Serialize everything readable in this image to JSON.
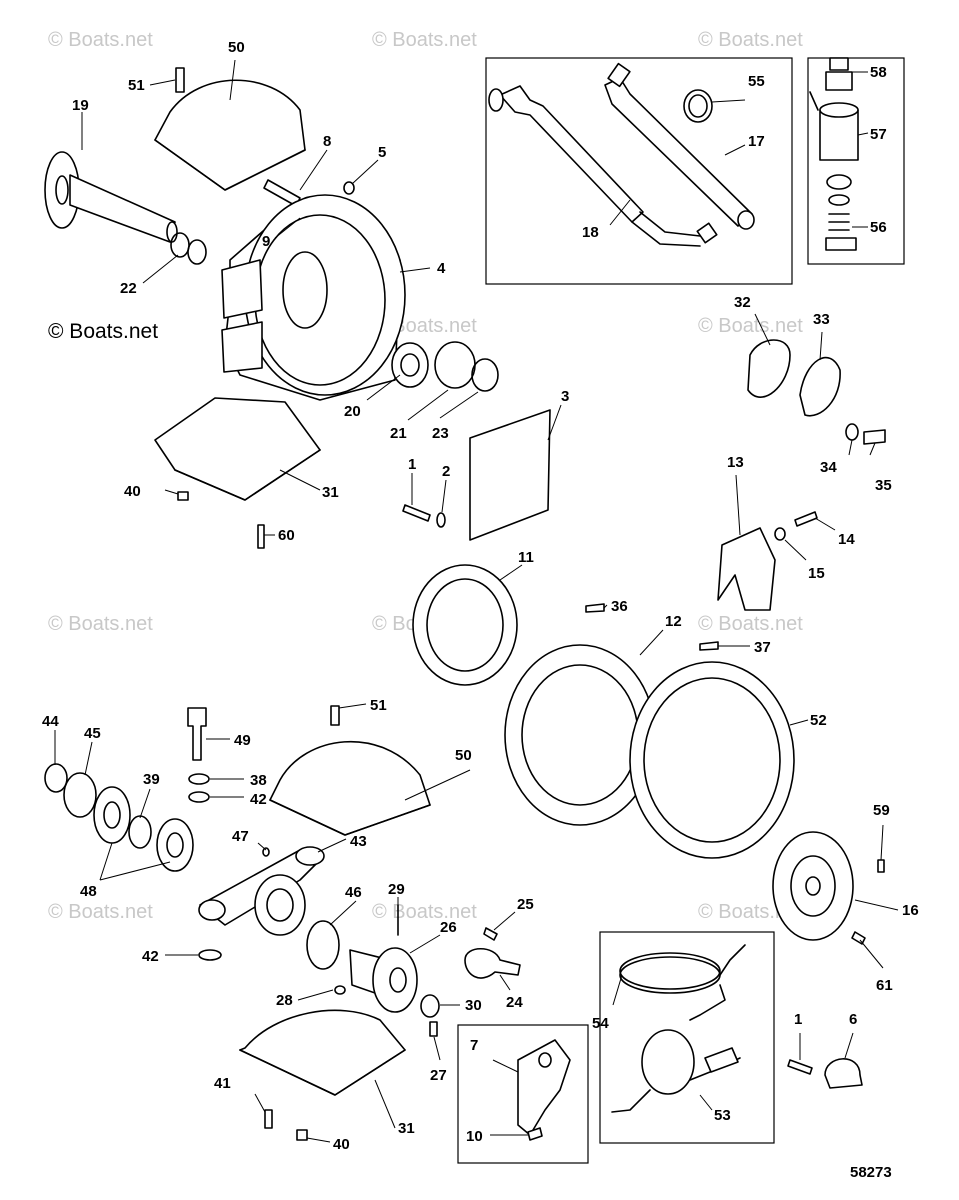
{
  "watermark": {
    "text": "© Boats.net",
    "primary_text": "© Boats.net"
  },
  "diagram_id": "58273",
  "callouts": [
    "1",
    "2",
    "3",
    "4",
    "5",
    "6",
    "7",
    "8",
    "9",
    "10",
    "11",
    "12",
    "13",
    "14",
    "15",
    "16",
    "17",
    "18",
    "19",
    "20",
    "21",
    "22",
    "23",
    "24",
    "25",
    "26",
    "27",
    "28",
    "29",
    "30",
    "31",
    "32",
    "33",
    "34",
    "35",
    "36",
    "37",
    "38",
    "39",
    "40",
    "41",
    "42",
    "43",
    "44",
    "45",
    "46",
    "47",
    "48",
    "49",
    "50",
    "51",
    "52",
    "53",
    "54",
    "55",
    "56",
    "57",
    "58",
    "59",
    "60",
    "61"
  ],
  "labels": {
    "c1a": "1",
    "c1b": "1",
    "c2": "2",
    "c3": "3",
    "c4": "4",
    "c5": "5",
    "c6": "6",
    "c7": "7",
    "c8": "8",
    "c9": "9",
    "c10": "10",
    "c11": "11",
    "c12": "12",
    "c13": "13",
    "c14": "14",
    "c15": "15",
    "c16": "16",
    "c17": "17",
    "c18": "18",
    "c19": "19",
    "c20": "20",
    "c21": "21",
    "c22": "22",
    "c23": "23",
    "c24": "24",
    "c25": "25",
    "c26": "26",
    "c27": "27",
    "c28": "28",
    "c29": "29",
    "c30": "30",
    "c31a": "31",
    "c31b": "31",
    "c32": "32",
    "c33": "33",
    "c34": "34",
    "c35": "35",
    "c36": "36",
    "c37": "37",
    "c38": "38",
    "c39": "39",
    "c40a": "40",
    "c40b": "40",
    "c41": "41",
    "c42a": "42",
    "c42b": "42",
    "c43": "43",
    "c44": "44",
    "c45": "45",
    "c46": "46",
    "c47": "47",
    "c48": "48",
    "c49": "49",
    "c50a": "50",
    "c50b": "50",
    "c51a": "51",
    "c51b": "51",
    "c52": "52",
    "c53": "53",
    "c54": "54",
    "c55": "55",
    "c56": "56",
    "c57": "57",
    "c58": "58",
    "c59": "59",
    "c60": "60",
    "c61": "61"
  }
}
